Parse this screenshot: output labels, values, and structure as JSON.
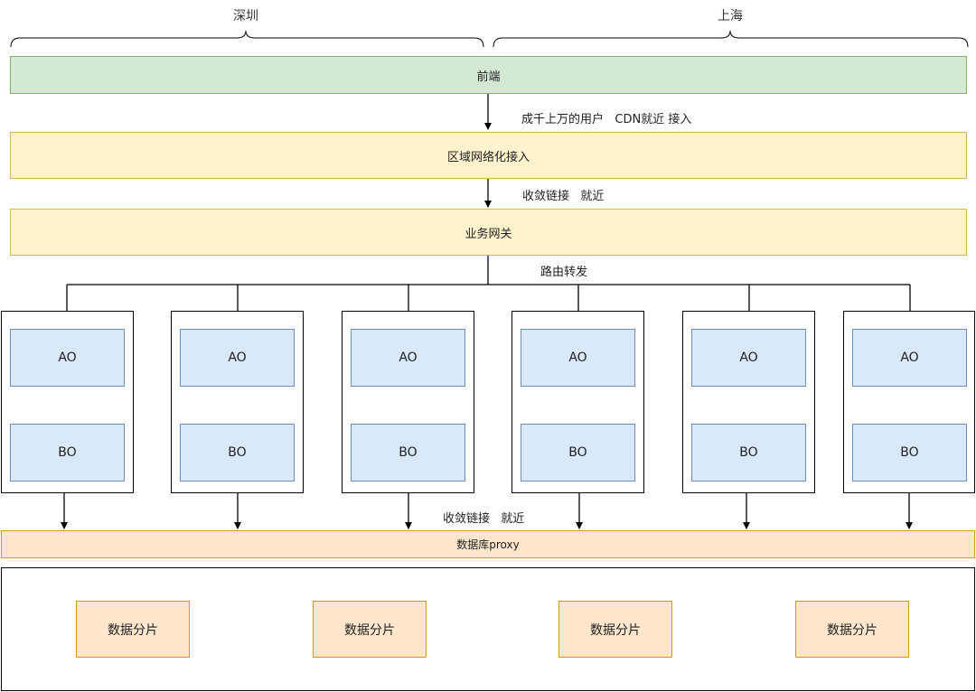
{
  "regions": {
    "left": "深圳",
    "right": "上海"
  },
  "tiers": {
    "frontend": "前端",
    "regional_access": "区域网络化接入",
    "gateway": "业务网关",
    "db_proxy": "数据库proxy"
  },
  "edge_labels": {
    "frontend_to_access": "成千上万的用户   CDN就近 接入",
    "access_to_gateway": "收敛链接   就近",
    "gateway_fanout": "路由转发",
    "services_to_proxy": "收敛链接   就近"
  },
  "services": [
    {
      "ao": "AO",
      "bo": "BO"
    },
    {
      "ao": "AO",
      "bo": "BO"
    },
    {
      "ao": "AO",
      "bo": "BO"
    },
    {
      "ao": "AO",
      "bo": "BO"
    },
    {
      "ao": "AO",
      "bo": "BO"
    },
    {
      "ao": "AO",
      "bo": "BO"
    }
  ],
  "shards": [
    "数据分片",
    "数据分片",
    "数据分片",
    "数据分片"
  ],
  "colors": {
    "frontend_fill": "#d5e8d4",
    "access_fill": "#fff2cc",
    "proxy_fill": "#ffe6cc",
    "service_fill": "#dae8fc"
  }
}
